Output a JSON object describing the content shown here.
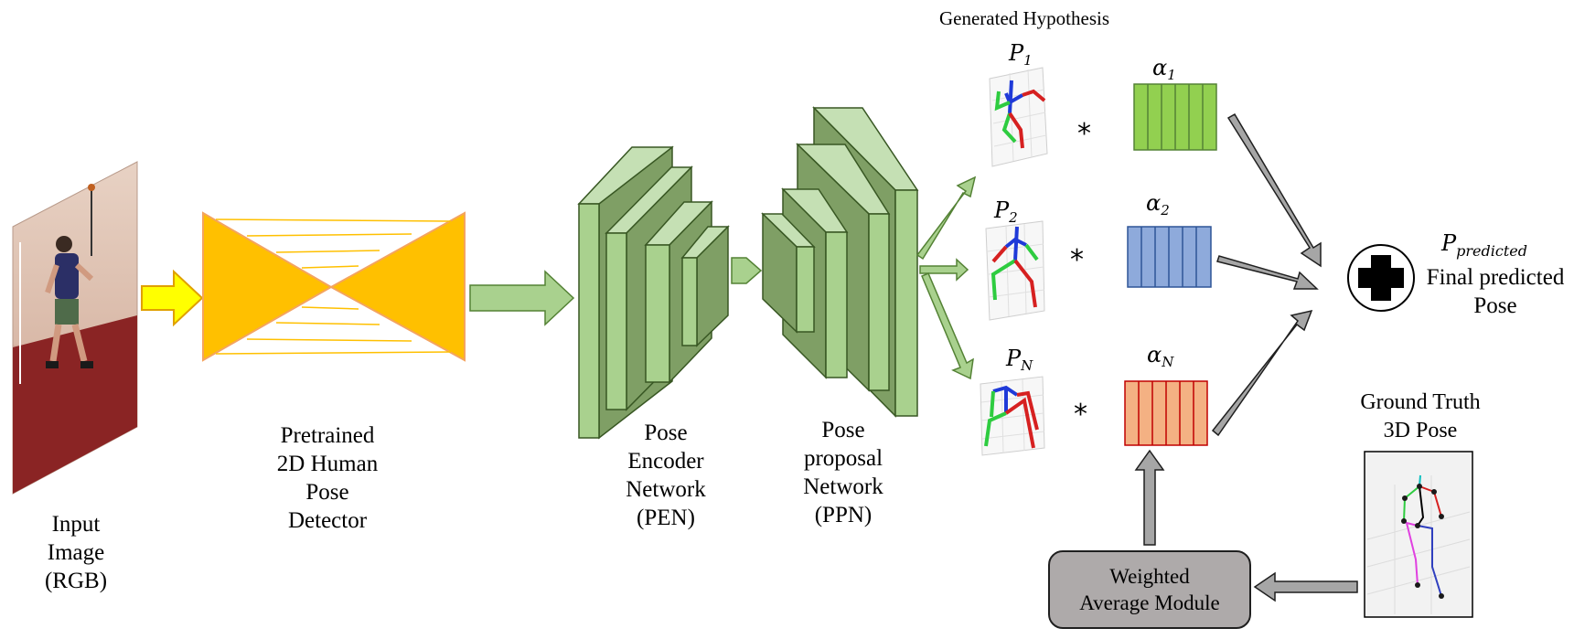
{
  "input": {
    "line1": "Input",
    "line2": "Image",
    "line3": "(RGB)"
  },
  "detector": {
    "line1": "Pretrained",
    "line2": "2D Human",
    "line3": "Pose",
    "line4": "Detector"
  },
  "pen": {
    "line1": "Pose",
    "line2": "Encoder",
    "line3": "Network",
    "line4": "(PEN)"
  },
  "ppn": {
    "line1": "Pose",
    "line2": "proposal",
    "line3": "Network",
    "line4": "(PPN)"
  },
  "hypotheses": {
    "title": "Generated Hypothesis",
    "items": [
      {
        "p_base": "P",
        "p_sub": "1",
        "a_base": "α",
        "a_sub": "1",
        "op": "*",
        "color": "#92d050"
      },
      {
        "p_base": "P",
        "p_sub": "2",
        "a_base": "α",
        "a_sub": "2",
        "op": "*",
        "color": "#8eaadb"
      },
      {
        "p_base": "P",
        "p_sub": "N",
        "a_base": "α",
        "a_sub": "N",
        "op": "*",
        "color": "#f4b183"
      }
    ]
  },
  "output": {
    "p_base": "P",
    "p_sub": "predicted",
    "line1": "Final predicted",
    "line2": "Pose"
  },
  "ground_truth": {
    "line1": "Ground Truth",
    "line2": "3D Pose"
  },
  "wam": {
    "line1": "Weighted",
    "line2": "Average Module"
  },
  "colors": {
    "hourglass": "#ffc000",
    "input_arrow": "#ffff00",
    "cnn_green": "#a9d18e",
    "cnn_dark": "#548235",
    "gray_arrow": "#a6a6a6"
  }
}
